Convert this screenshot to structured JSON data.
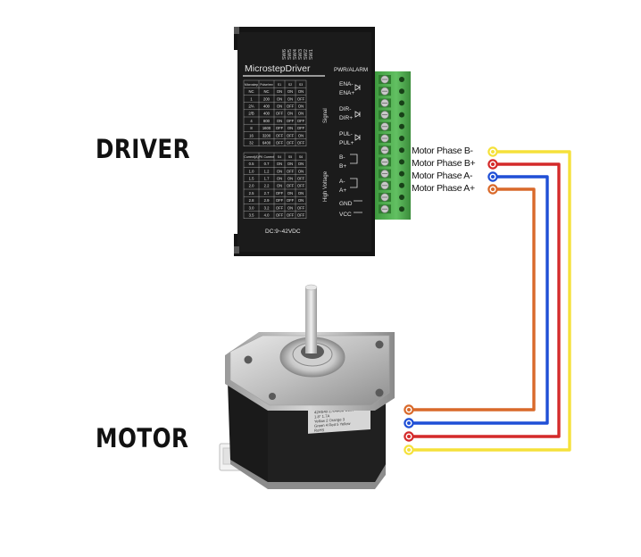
{
  "labels": {
    "driver": "DRIVER",
    "motor": "MOTOR"
  },
  "driver": {
    "title": "MicrostepDriver",
    "pwr_alarm": "PWR/ALARM",
    "voltage": "DC:9~42VDC",
    "signal_label": "Signal",
    "high_voltage_label": "High Voltage",
    "switch_labels": [
      "SW6",
      "SW5",
      "SW4",
      "SW3",
      "SW2",
      "SW1"
    ],
    "microstep_table": {
      "headers": [
        "Microstep",
        "Pulse/rev",
        "S1",
        "S2",
        "S3"
      ],
      "rows": [
        [
          "NC",
          "NC",
          "ON",
          "ON",
          "ON"
        ],
        [
          "1",
          "200",
          "ON",
          "ON",
          "OFF"
        ],
        [
          "2/A",
          "400",
          "ON",
          "OFF",
          "ON"
        ],
        [
          "2/B",
          "400",
          "OFF",
          "ON",
          "ON"
        ],
        [
          "4",
          "800",
          "ON",
          "OFF",
          "OFF"
        ],
        [
          "8",
          "1600",
          "OFF",
          "ON",
          "OFF"
        ],
        [
          "16",
          "3200",
          "OFF",
          "OFF",
          "ON"
        ],
        [
          "32",
          "6400",
          "OFF",
          "OFF",
          "OFF"
        ]
      ]
    },
    "current_table": {
      "headers": [
        "Current(A)",
        "PK Current",
        "S4",
        "S5",
        "S6"
      ],
      "rows": [
        [
          "0.5",
          "0.7",
          "ON",
          "ON",
          "ON"
        ],
        [
          "1.0",
          "1.2",
          "ON",
          "OFF",
          "ON"
        ],
        [
          "1.5",
          "1.7",
          "ON",
          "ON",
          "OFF"
        ],
        [
          "2.0",
          "2.2",
          "ON",
          "OFF",
          "OFF"
        ],
        [
          "2.5",
          "2.7",
          "OFF",
          "ON",
          "ON"
        ],
        [
          "2.8",
          "2.9",
          "OFF",
          "OFF",
          "ON"
        ],
        [
          "3.0",
          "3.2",
          "OFF",
          "ON",
          "OFF"
        ],
        [
          "3.5",
          "4.0",
          "OFF",
          "OFF",
          "OFF"
        ]
      ]
    },
    "terminals": [
      "ENA-",
      "ENA+",
      "DIR-",
      "DIR+",
      "PUL-",
      "PUL+",
      "B-",
      "B+",
      "A-",
      "A+",
      "GND",
      "VCC"
    ]
  },
  "motor": {
    "sticker_lines": [
      "42HS40-1704A08-D100",
      "1.8° 1.7A",
      "Yellow 2 Orange 3",
      "Green 4 Red 5 Yellow",
      "RoHS"
    ]
  },
  "wires": [
    {
      "label": "Motor Phase B-",
      "color": "#f5e13a"
    },
    {
      "label": "Motor Phase B+",
      "color": "#d42a2a"
    },
    {
      "label": "Motor Phase A-",
      "color": "#1f4fd6"
    },
    {
      "label": "Motor Phase A+",
      "color": "#d9692a"
    }
  ]
}
